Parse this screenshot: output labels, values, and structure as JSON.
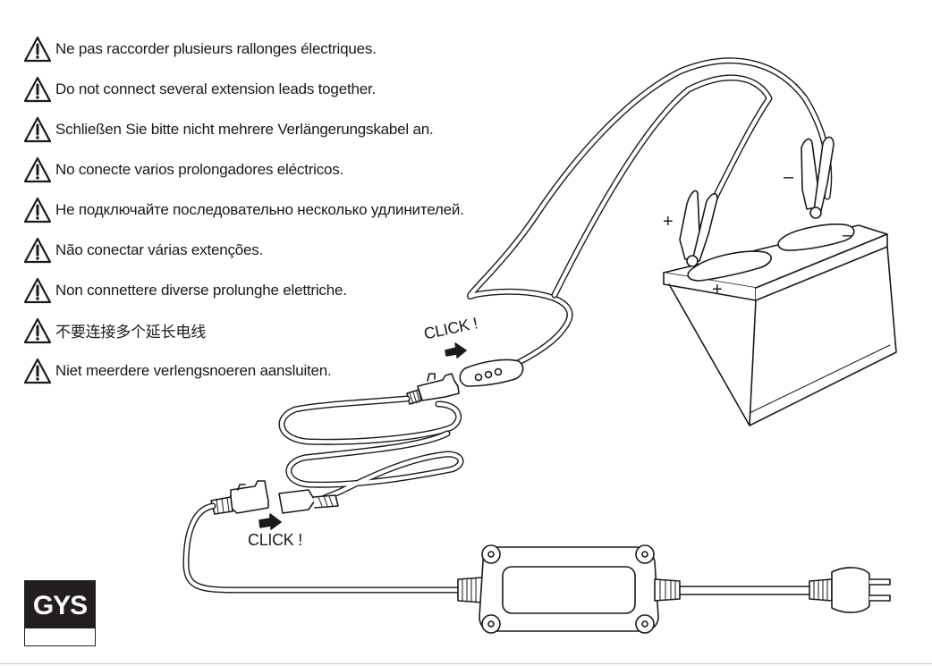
{
  "warnings": [
    {
      "text": "Ne pas raccorder plusieurs rallonges électriques."
    },
    {
      "text": "Do not connect several extension leads together."
    },
    {
      "text": "Schließen Sie bitte nicht mehrere Verlängerungskabel an."
    },
    {
      "text": "No conecte varios prolongadores eléctricos."
    },
    {
      "text": "Не подключайте последовательно несколько удлинителей."
    },
    {
      "text": "Não conectar várias extenções."
    },
    {
      "text": "Non connettere diverse prolunghe elettriche."
    },
    {
      "text": "不要连接多个延长电线"
    },
    {
      "text": "Niet meerdere verlengsnoeren aansluiten."
    }
  ],
  "illustration": {
    "click_top": "CLICK !",
    "click_bottom": "CLICK !",
    "clamp_plus": "+",
    "clamp_minus": "–",
    "terminal_plus": "+",
    "terminal_minus": "–"
  },
  "logo": {
    "text": "GYS"
  },
  "colors": {
    "ink": "#1a1a1a",
    "logo_bg": "#231f20",
    "background": "#ffffff"
  }
}
